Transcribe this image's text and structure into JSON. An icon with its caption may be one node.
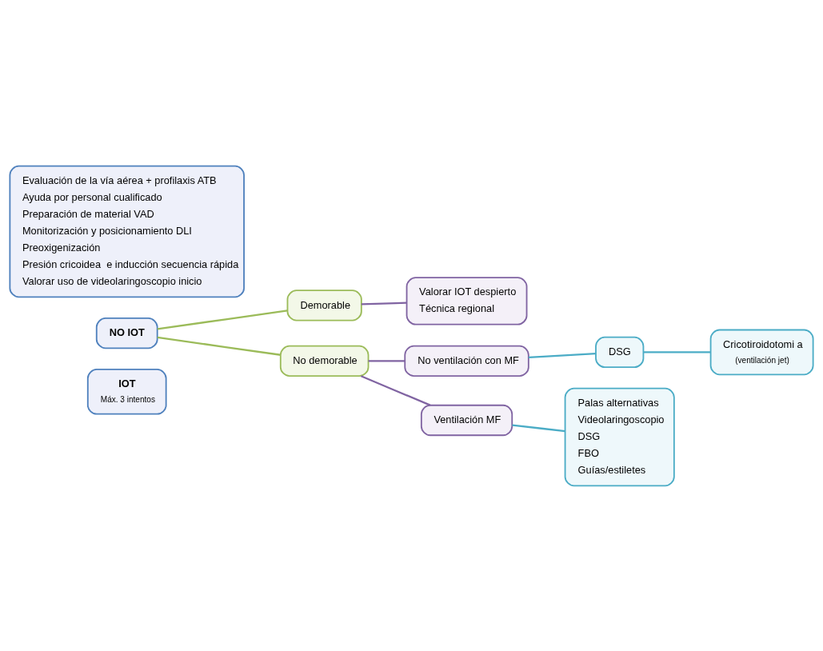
{
  "diagram": {
    "nodes": [
      {
        "text": [
          "Evaluación de la vía aérea + profilaxis ATB",
          "Ayuda por personal cualificado",
          "Preparación de material VAD",
          "Monitorización y posicionamiento DLI",
          "Preoxigenización",
          "Presión cricoidea  e inducción secuencia rápida",
          "Valorar uso de videolaringoscopio inicio"
        ]
      },
      {
        "text": [
          "NO IOT"
        ]
      },
      {
        "text": [
          "Demorable"
        ]
      },
      {
        "text": [
          "Valorar IOT despierto",
          "Técnica regional"
        ]
      },
      {
        "text": [
          "No demorable"
        ]
      },
      {
        "text": [
          "No ventilación con MF"
        ]
      },
      {
        "text": [
          "Ventilación MF"
        ]
      },
      {
        "text": [
          "Palas alternativas",
          "Videolaringoscopio",
          "DSG",
          "FBO",
          "Guías/estiletes"
        ]
      },
      {
        "text": [
          "DSG"
        ]
      },
      {
        "text": [
          "Cricotiroidotomi a",
          "(ventilación jet)"
        ]
      },
      {
        "text": [
          "IOT",
          "Máx. 3 intentos"
        ]
      }
    ],
    "edges": [
      {
        "from": 1,
        "to": 2,
        "arrow": "none",
        "color": "#9bbb59"
      },
      {
        "from": 1,
        "to": 4,
        "arrow": "none",
        "color": "#9bbb59"
      },
      {
        "from": 2,
        "to": 3,
        "arrow": "none",
        "color": "#8064a2"
      },
      {
        "from": 4,
        "to": 5,
        "arrow": "none",
        "color": "#8064a2"
      },
      {
        "from": 4,
        "to": 6,
        "arrow": "none",
        "color": "#8064a2"
      },
      {
        "from": 6,
        "to": 7,
        "arrow": "none",
        "color": "#4bacc6"
      },
      {
        "from": 5,
        "to": 8,
        "arrow": "none",
        "color": "#4bacc6"
      },
      {
        "from": 8,
        "to": 9,
        "arrow": "none",
        "color": "#4bacc6"
      }
    ]
  }
}
